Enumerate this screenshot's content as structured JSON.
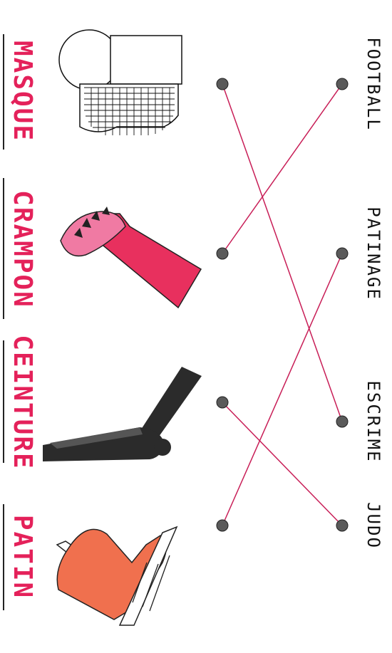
{
  "equipment_labels": [
    "MASQUE",
    "CRAMPON",
    "CEINTURE",
    "PATIN"
  ],
  "sport_labels": [
    "FOOTBALL",
    "PATINAGE",
    "ESCRIME",
    "JUDO"
  ],
  "equipment_icons": [
    "fencing-mask-icon",
    "football-boot-icon",
    "belt-icon",
    "skate-boot-icon"
  ],
  "matches": [
    {
      "equipment": "MASQUE",
      "sport": "ESCRIME"
    },
    {
      "equipment": "CRAMPON",
      "sport": "FOOTBALL"
    },
    {
      "equipment": "CEINTURE",
      "sport": "JUDO"
    },
    {
      "equipment": "PATIN",
      "sport": "PATINAGE"
    }
  ],
  "colors": {
    "label_red": "#e4215a",
    "line_red": "#c81e57",
    "dot_gray": "#5a5a5a",
    "crampon_light": "#f07aa3",
    "crampon_dark": "#e8305e",
    "belt": "#2b2b2b",
    "skate": "#f0704e"
  }
}
